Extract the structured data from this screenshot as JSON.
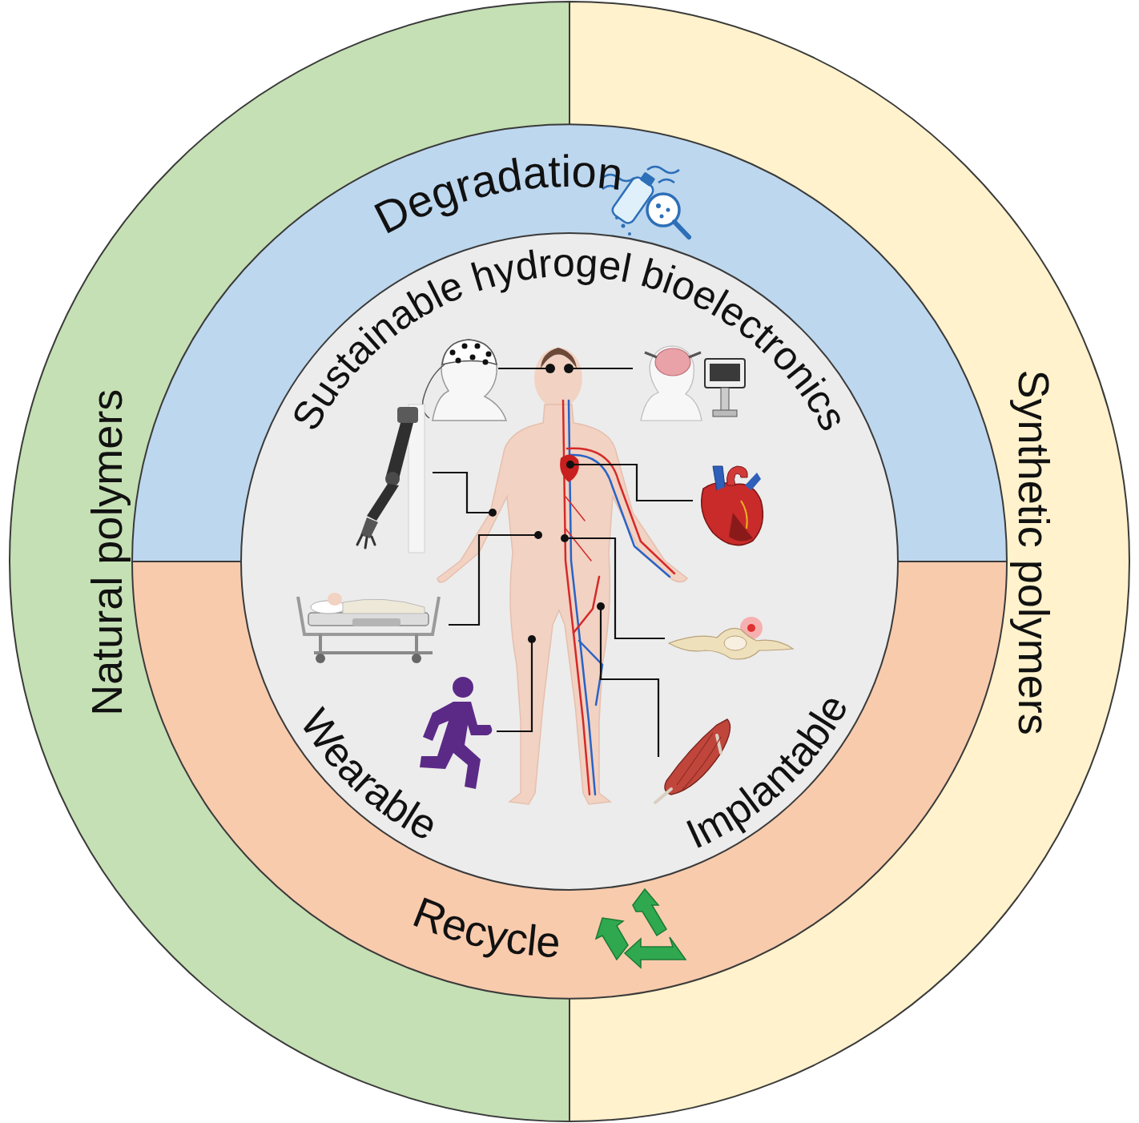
{
  "diagram": {
    "nodes": [
      {
        "text": [
          "Natural polymers"
        ]
      },
      {
        "text": [
          "Synthetic polymers"
        ]
      },
      {
        "text": [
          "Degradation"
        ]
      },
      {
        "text": [
          "Recycle"
        ]
      },
      {
        "text": [
          "Sustainable hydrogel bioelectronics",
          "Wearable",
          "Implantable"
        ]
      }
    ]
  }
}
